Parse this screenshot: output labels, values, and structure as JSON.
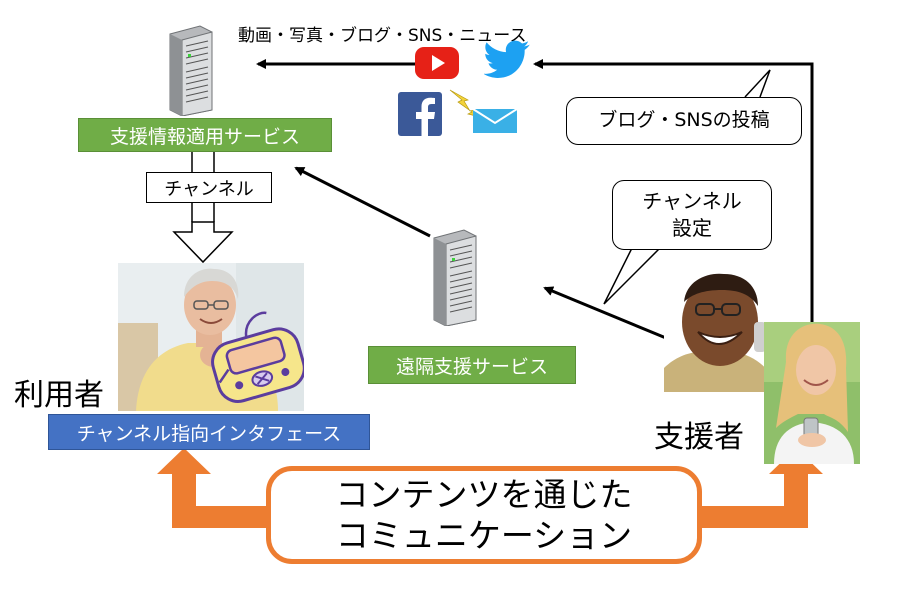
{
  "media_caption": "動画・写真・ブログ・SNS・ニュース",
  "support_info_service": "支援情報適用サービス",
  "channel_label": "チャンネル",
  "post_bubble": "ブログ・SNSの投稿",
  "channel_setting_bubble": {
    "line1": "チャンネル",
    "line2": "設定"
  },
  "remote_support_service": "遠隔支援サービス",
  "user_label": "利用者",
  "channel_interface": "チャンネル指向インタフェース",
  "supporter_label": "支援者",
  "communication_box": {
    "line1": "コンテンツを通じた",
    "line2": "コミュニケーション"
  },
  "icons": [
    "server-icon",
    "youtube-icon",
    "twitter-icon",
    "facebook-icon",
    "mail-icon",
    "lightning-icon"
  ],
  "colors": {
    "green": "#70ad47",
    "blue": "#4472c4",
    "orange": "#ed7d31",
    "youtube_red": "#e62117",
    "twitter_blue": "#1da1f2",
    "facebook_blue": "#3b5998"
  }
}
